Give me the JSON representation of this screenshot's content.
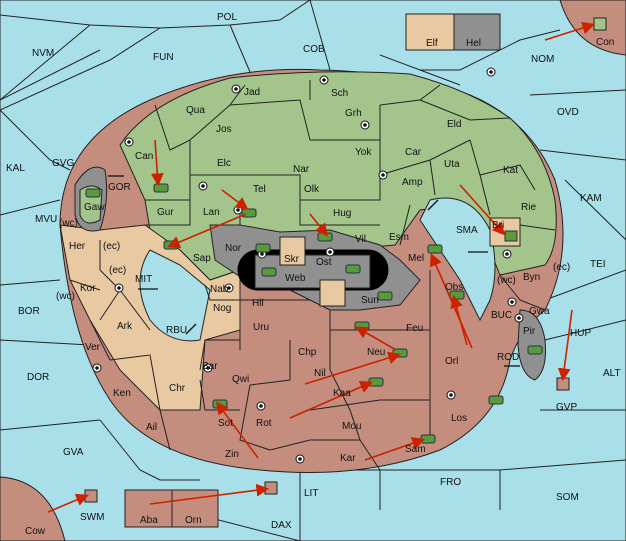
{
  "palette": {
    "sea": "#a8dfe9",
    "green": "#a3c48b",
    "tan": "#e8c9a1",
    "brown": "#c48d7e",
    "gray": "#909090",
    "black": "#000000",
    "arrow": "#cc2200",
    "army": "#5a9a3a"
  },
  "seas": [
    "POL",
    "NVM",
    "FUN",
    "COB",
    "NOM",
    "OVD",
    "KAL",
    "GVG",
    "GOR",
    "KAM",
    "MVU",
    "MIT",
    "SMA",
    "TEI",
    "BOR",
    "RBU",
    "BUC",
    "HUP",
    "DOR",
    "ROD",
    "ALT",
    "GVA",
    "FRO",
    "SOM",
    "LIT",
    "DAX",
    "(wc)",
    "(ec)",
    "(wc)",
    "(ec)",
    "(wc)",
    "(ec)"
  ],
  "green": [
    "Jad",
    "Sch",
    "Qua",
    "Jos",
    "Grh",
    "Can",
    "Elc",
    "Yok",
    "Car",
    "Eld",
    "Nar",
    "Uta",
    "Kat",
    "Gur",
    "Tel",
    "Olk",
    "Amp",
    "Lan",
    "Hug",
    "Rie",
    "Gaw",
    "Nor",
    "Vil",
    "Esm",
    "Sap",
    "Bri"
  ],
  "gray": [
    "Hel",
    "Skr",
    "Web",
    "Ost",
    "Sun",
    "Pir",
    "Mel"
  ],
  "tan": [
    "Elf",
    "Her",
    "Kor",
    "Ark",
    "Nab",
    "Nog",
    "Hil",
    "Ver",
    "Chr",
    "Byn",
    "Gwa"
  ],
  "brown": [
    "Con",
    "Obs",
    "Uru",
    "Feu",
    "Bar",
    "Chp",
    "Neu",
    "Qwi",
    "Nil",
    "Ken",
    "Orl",
    "Kaa",
    "Rot",
    "Sot",
    "Ail",
    "Mou",
    "Los",
    "Zin",
    "Kar",
    "Sam",
    "Cow",
    "Aba",
    "Orn",
    "SWM",
    "GVP"
  ]
}
